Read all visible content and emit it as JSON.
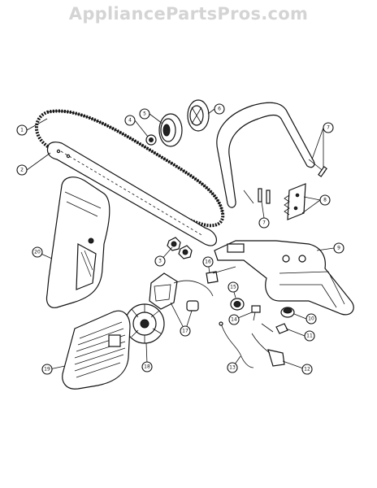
{
  "watermark": "AppliancePartsPros.com",
  "callouts": [
    {
      "id": "c1",
      "label": "1"
    },
    {
      "id": "c2",
      "label": "2"
    },
    {
      "id": "c3",
      "label": "3"
    },
    {
      "id": "c4",
      "label": "4"
    },
    {
      "id": "c5",
      "label": "5"
    },
    {
      "id": "c6",
      "label": "6"
    },
    {
      "id": "c7a",
      "label": "7"
    },
    {
      "id": "c7b",
      "label": "7"
    },
    {
      "id": "c8",
      "label": "8"
    },
    {
      "id": "c9",
      "label": "9"
    },
    {
      "id": "c10",
      "label": "10"
    },
    {
      "id": "c11",
      "label": "11"
    },
    {
      "id": "c12",
      "label": "12"
    },
    {
      "id": "c13",
      "label": "13"
    },
    {
      "id": "c14",
      "label": "14"
    },
    {
      "id": "c15",
      "label": "15"
    },
    {
      "id": "c16",
      "label": "16"
    },
    {
      "id": "c17",
      "label": "17"
    },
    {
      "id": "c18",
      "label": "18"
    },
    {
      "id": "c19",
      "label": "19"
    },
    {
      "id": "c20",
      "label": "20"
    }
  ]
}
